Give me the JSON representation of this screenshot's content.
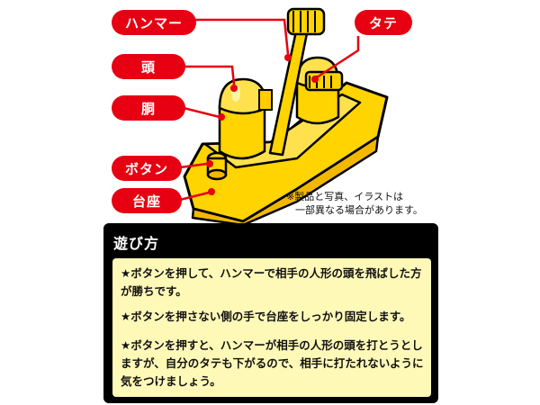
{
  "labels": {
    "hammer": "ハンマー",
    "head": "頭",
    "body": "胴",
    "button": "ボタン",
    "base": "台座",
    "stand": "タテ"
  },
  "note": {
    "line1": "※製品と写真、イラストは",
    "line2": "一部異なる場合があります。"
  },
  "howto": {
    "title": "遊び方",
    "rules": [
      "★ボタンを押して、ハンマーで相手の人形の頭を飛ばした方が勝ちです。",
      "★ボタンを押さない側の手で台座をしっかり固定します。",
      "★ボタンを押すと、ハンマーが相手の人形の頭を打とうとしますが、自分のタテも下がるので、相手に打たれないように気をつけましょう。"
    ]
  },
  "colors": {
    "label_red": "#e60012",
    "toy_yellow": "#ffd400",
    "toy_shade": "#f2b800",
    "panel_bg": "#fff9b8"
  }
}
